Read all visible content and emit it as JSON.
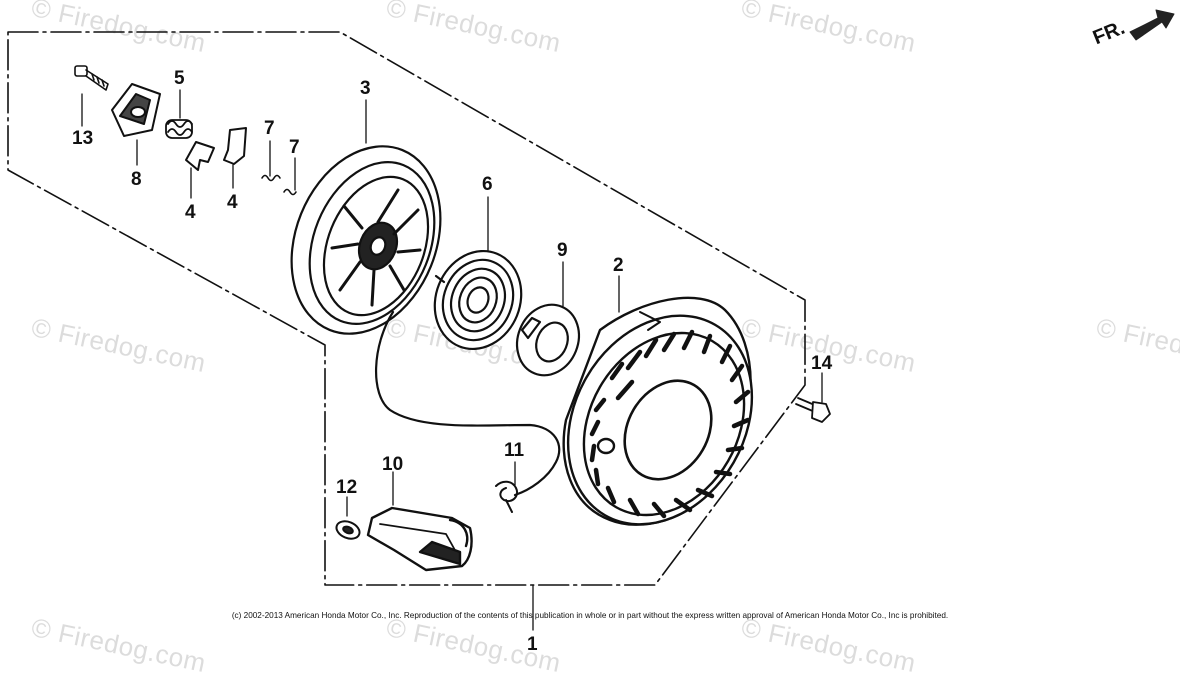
{
  "diagram": {
    "callouts": {
      "c1": "1",
      "c2": "2",
      "c3": "3",
      "c4a": "4",
      "c4b": "4",
      "c5": "5",
      "c6": "6",
      "c7a": "7",
      "c7b": "7",
      "c8": "8",
      "c9": "9",
      "c10": "10",
      "c11": "11",
      "c12": "12",
      "c13": "13",
      "c14": "14"
    },
    "front_indicator": "FR.",
    "watermark": "© Firedog.com",
    "copyright": "(c) 2002-2013 American Honda Motor Co., Inc. Reproduction of the contents of this publication in whole or in part without the express written approval of American Honda Motor Co., Inc is prohibited."
  }
}
